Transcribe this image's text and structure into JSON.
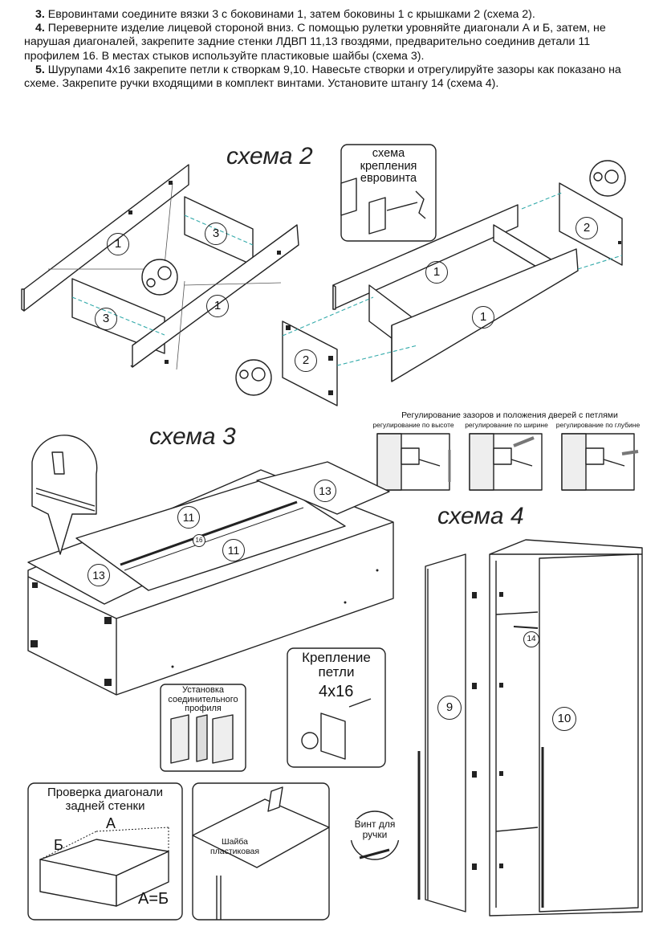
{
  "instructions": [
    {
      "num": "3.",
      "text": "Евровинтами соедините вязки 3 с боковинами 1, затем боковины 1 с крышками 2 (схема 2)."
    },
    {
      "num": "4.",
      "text": "Переверните изделие лицевой стороной вниз. С помощью рулетки уровняйте диагонали А и Б, затем, не нарушая диагоналей, закрепите задние стенки ЛДВП 11,13 гвоздями, предварительно соединив детали 11 профилем 16. В местах стыков используйте пластиковые шайбы (схема 3)."
    },
    {
      "num": "5.",
      "text": "Шурупами 4х16 закрепите петли к створкам 9,10. Навесьте створки и отрегулируйте зазоры как показано на схеме. Закрепите ручки входящими в комплект винтами. Установите штангу 14 (схема 4)."
    }
  ],
  "schemes": {
    "s2": "схема 2",
    "s3": "схема 3",
    "s4": "схема 4"
  },
  "eurovint": {
    "line1": "схема",
    "line2": "крепления",
    "line3": "евровинта"
  },
  "hinge_adjust": {
    "title": "Регулирование зазоров и положения дверей с петлями",
    "by_height": "регулирование по высоте",
    "by_width": "регулирование по ширине",
    "by_depth": "регулирование по глубине"
  },
  "hinge_mount": {
    "line1": "Крепление",
    "line2": "петли",
    "size": "4х16"
  },
  "profile_install": {
    "line1": "Установка",
    "line2": "соединительного",
    "line3": "профиля"
  },
  "diagonal_check": {
    "line1": "Проверка диагонали",
    "line2": "задней стенки",
    "a": "А",
    "b": "Б",
    "eq": "А=Б"
  },
  "washer": {
    "line1": "Шайба",
    "line2": "пластиковая"
  },
  "handle_screw": {
    "line1": "Винт для",
    "line2": "ручки"
  },
  "parts": {
    "p1": "1",
    "p2": "2",
    "p3": "3",
    "p9": "9",
    "p10": "10",
    "p11": "11",
    "p13": "13",
    "p14": "14",
    "p16": "16"
  }
}
